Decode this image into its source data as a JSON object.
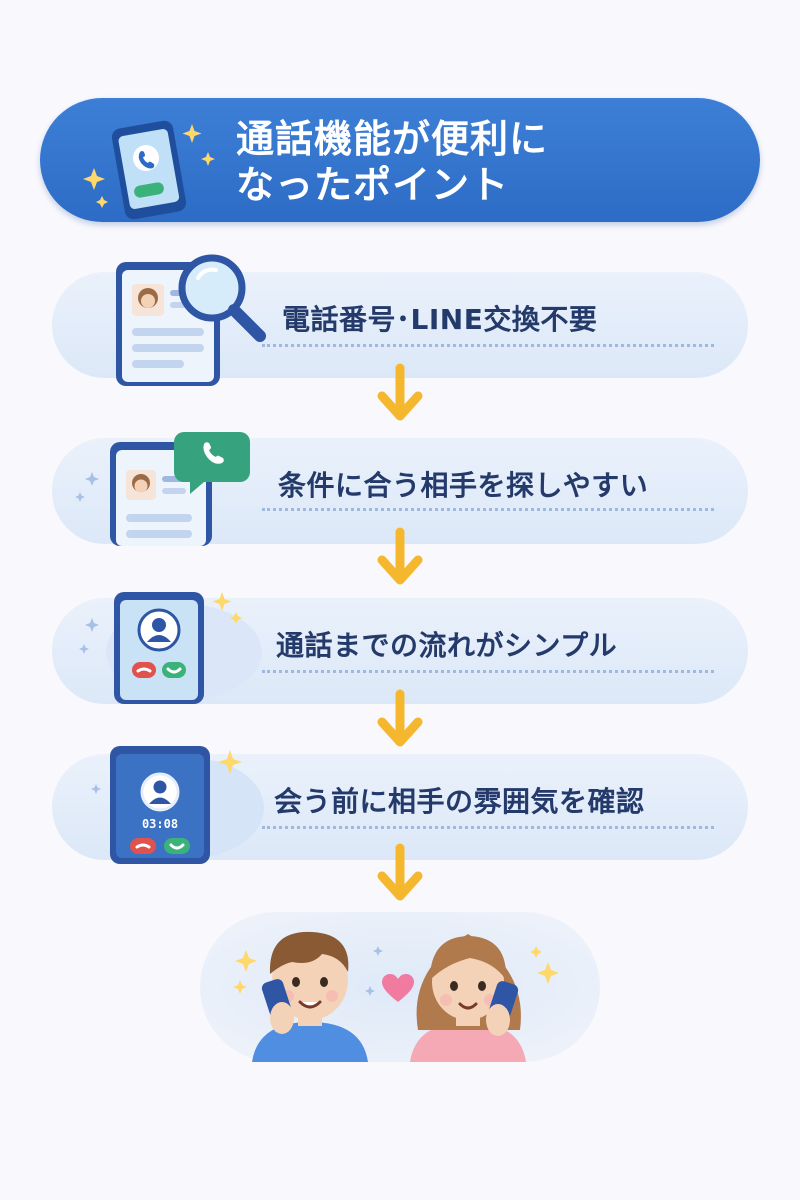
{
  "header": {
    "title_line1": "通話機能が便利に",
    "title_line2": "なったポイント",
    "icon": "phone-call-icon"
  },
  "steps": [
    {
      "label": "電話番号･LINE交換不要",
      "icon": "profile-search-icon"
    },
    {
      "label": "条件に合う相手を探しやすい",
      "icon": "chat-profile-icon"
    },
    {
      "label": "通話までの流れがシンプル",
      "icon": "incoming-call-icon"
    },
    {
      "label": "会う前に相手の雰囲気を確認",
      "icon": "active-call-icon",
      "call_timer": "03:08"
    }
  ],
  "colors": {
    "header_bg": "#2d6cc6",
    "card_bg": "#e2ecf9",
    "text": "#243a6a",
    "arrow": "#f5b72e",
    "accent_green": "#3bb27a",
    "accent_red": "#e0524e"
  },
  "final": {
    "illustration": "couple-on-phones"
  }
}
